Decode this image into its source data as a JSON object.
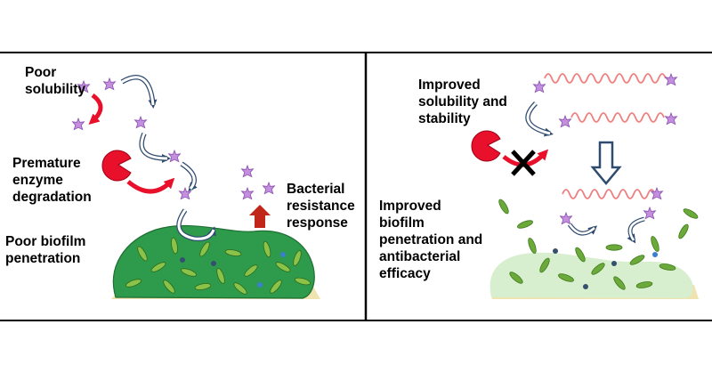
{
  "left_panel": {
    "poor_solubility": "Poor\nsolubility",
    "premature_degradation": "Premature\nenzyme\ndegradation",
    "poor_penetration": "Poor biofilm\npenetration",
    "bacterial_resistance": "Bacterial\nresistance\nresponse"
  },
  "right_panel": {
    "improved_solubility": "Improved\nsolubility and\nstability",
    "improved_penetration": "Improved\nbiofilm\npenetration and\nantibacterial\nefficacy"
  },
  "colors": {
    "drug_star": "#c58fe0",
    "enzyme": "#e8102a",
    "biofilm_dense": "#2e9a4c",
    "biofilm_light": "#d8efcf",
    "bacteria": "#6aa93a",
    "polymer": "#f08080",
    "arrow_outline": "#2f4c70",
    "resistance_arrow": "#c2261b"
  },
  "icons": [
    "drug-star-icon",
    "enzyme-pacman-icon",
    "curved-arrow-icon",
    "block-x-icon",
    "down-arrow-icon",
    "up-arrow-icon",
    "polymer-chain-icon",
    "bacterium-icon"
  ]
}
